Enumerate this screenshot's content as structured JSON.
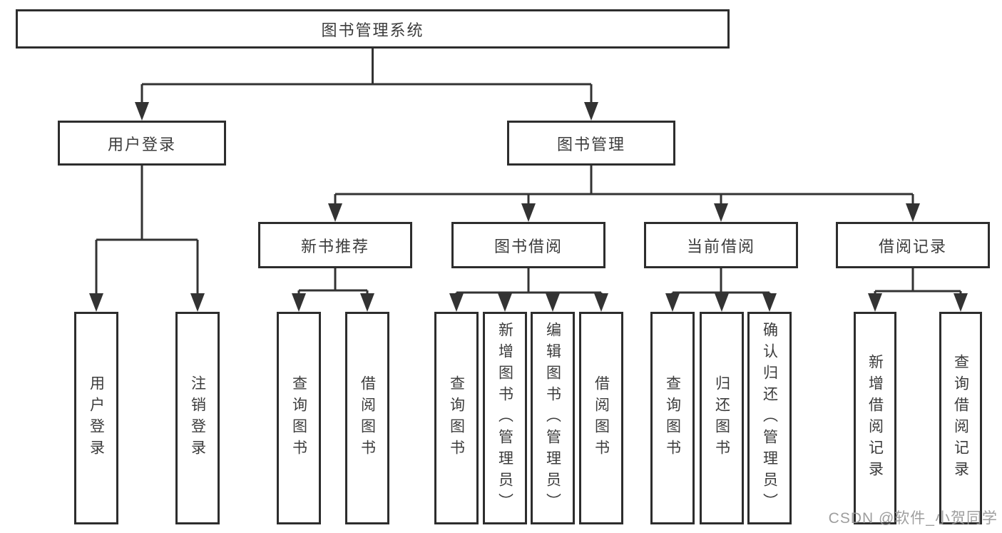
{
  "nodes": {
    "root": "图书管理系统",
    "user_login": "用户登录",
    "book_mgmt": "图书管理",
    "new_books": "新书推荐",
    "book_borrow": "图书借阅",
    "current_borrow": "当前借阅",
    "borrow_records": "借阅记录",
    "leaves": [
      "用户登录",
      "注销登录",
      "查询图书",
      "借阅图书",
      "查询图书",
      "新增图书（管理员）",
      "编辑图书（管理员）",
      "借阅图书",
      "查询图书",
      "归还图书",
      "确认归还（管理员）",
      "新增借阅记录",
      "查询借阅记录"
    ]
  },
  "watermark": "CSDN @软件_小贺同学",
  "colors": {
    "line": "#333333",
    "box_border": "#2d2d2d",
    "text": "#3c3c3c",
    "watermark": "#969696",
    "background": "#ffffff"
  }
}
